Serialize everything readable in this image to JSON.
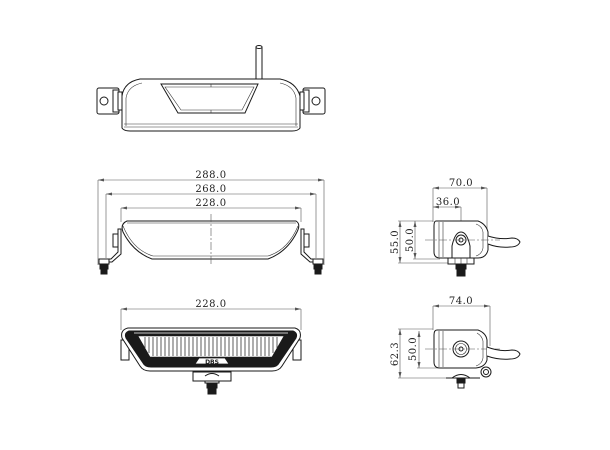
{
  "drawing": {
    "type": "technical-dimension-drawing",
    "subject": "LED light bar",
    "views": {
      "top": {
        "name": "top view"
      },
      "front": {
        "name": "front view with bracket",
        "dimensions": {
          "overall_with_brackets": "288.0",
          "bracket_span": "268.0",
          "body_width": "228.0"
        }
      },
      "lens": {
        "name": "front lens view",
        "dimensions": {
          "body_width": "228.0"
        },
        "logo_text": "DBS"
      },
      "side_bracket": {
        "name": "side view with bracket",
        "dimensions": {
          "depth_overall": "70.0",
          "mount_offset": "36.0",
          "height_with_bracket": "55.0",
          "body_height": "50.0"
        }
      },
      "side_mount": {
        "name": "side view with mount",
        "dimensions": {
          "depth_overall": "74.0",
          "height_with_mount": "62.3",
          "body_height": "50.0"
        }
      }
    }
  }
}
